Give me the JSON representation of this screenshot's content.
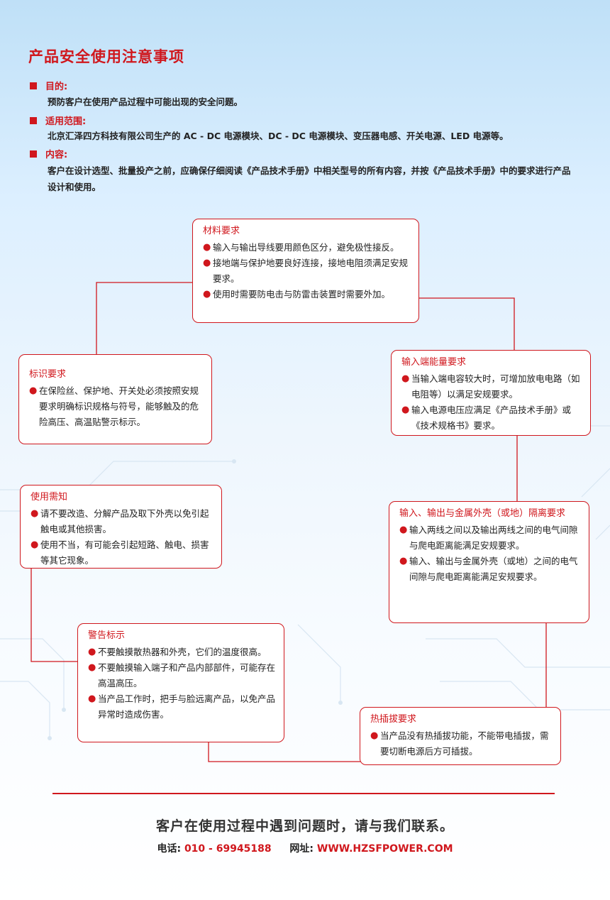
{
  "title": "产品安全使用注意事项",
  "sections": [
    {
      "heading": "目的:",
      "body": "预防客户在使用产品过程中可能出现的安全问题。"
    },
    {
      "heading": "适用范围:",
      "body": "北京汇泽四方科技有限公司生产的 AC - DC 电源模块、DC - DC 电源模块、变压器电感、开关电源、LED 电源等。"
    },
    {
      "heading": "内容:",
      "body": "客户在设计选型、批量投产之前，应确保仔细阅读《产品技术手册》中相关型号的所有内容，并按《产品技术手册》中的要求进行产品设计和使用。"
    }
  ],
  "boxes": {
    "material": {
      "title": "材料要求",
      "items": [
        "输入与输出导线要用颜色区分，避免极性接反。",
        "接地端与保护地要良好连接，接地电阻须满足安规要求。",
        "使用时需要防电击与防雷击装置时需要外加。"
      ]
    },
    "marking": {
      "title": "标识要求",
      "items": [
        "在保险丝、保护地、开关处必须按照安规要求明确标识规格与符号，能够触及的危险高压、高温贴警示标示。"
      ]
    },
    "input_energy": {
      "title": "输入端能量要求",
      "items": [
        "当输入端电容较大时，可增加放电电路（如电阻等）以满足安规要求。",
        "输入电源电压应满足《产品技术手册》或《技术规格书》要求。"
      ]
    },
    "usage": {
      "title": "使用需知",
      "items": [
        "请不要改造、分解产品及取下外壳以免引起触电或其他损害。",
        "使用不当，有可能会引起短路、触电、损害等其它现象。"
      ]
    },
    "isolation": {
      "title": "输入、输出与金属外壳（或地）隔离要求",
      "items": [
        "输入两线之间以及输出两线之间的电气间隙与爬电距离能满足安规要求。",
        "输入、输出与金属外壳（或地）之间的电气间隙与爬电距离能满足安规要求。"
      ]
    },
    "warning": {
      "title": "警告标示",
      "items": [
        "不要触摸散热器和外壳，它们的温度很高。",
        "不要触摸输入端子和产品内部部件，可能存在高温高压。",
        "当产品工作时，把手与脸远离产品，以免产品异常时造成伤害。"
      ]
    },
    "hotplug": {
      "title": "热插拔要求",
      "items": [
        "当产品没有热插拔功能，不能带电插拔，需要切断电源后方可插拔。"
      ]
    }
  },
  "footer": {
    "main": "客户在使用过程中遇到问题时，请与我们联系。",
    "phone_label": "电话:",
    "phone": "010 - 69945188",
    "web_label": "网址:",
    "web": "WWW.HZSFPOWER.COM"
  },
  "colors": {
    "accent": "#d0171d",
    "background_top": "#bfe0f7"
  }
}
